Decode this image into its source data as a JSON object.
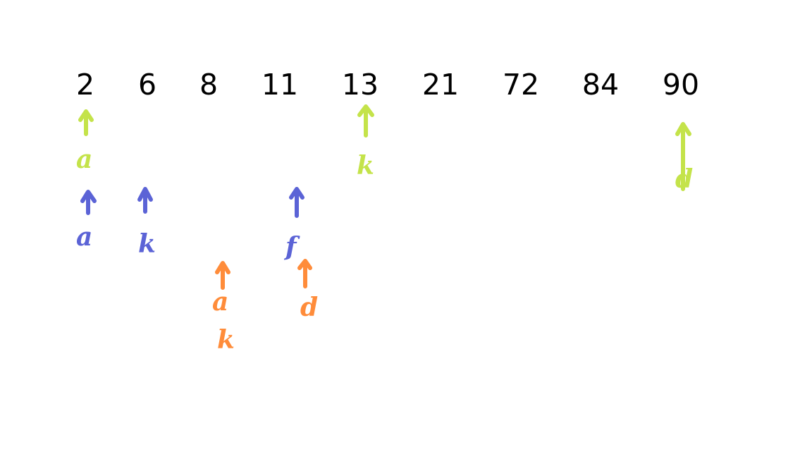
{
  "array": {
    "values": [
      "2",
      "6",
      "8",
      "11",
      "13",
      "21",
      "72",
      "84",
      "90"
    ]
  },
  "colors": {
    "green": "#c4e34a",
    "blue": "#5b63d6",
    "orange": "#ff8c3a",
    "text": "#000000"
  },
  "pointer_groups": [
    {
      "color_key": "green",
      "pointers": [
        {
          "label": "a",
          "target_value": "2"
        },
        {
          "label": "k",
          "target_value": "13"
        },
        {
          "label": "d",
          "target_value": "90"
        }
      ]
    },
    {
      "color_key": "blue",
      "pointers": [
        {
          "label": "a",
          "target_value": "2"
        },
        {
          "label": "k",
          "target_value": "6"
        },
        {
          "label": "f",
          "target_value": "11"
        }
      ]
    },
    {
      "color_key": "orange",
      "pointers": [
        {
          "label": "a",
          "target_value": "8"
        },
        {
          "label": "k",
          "target_value": "8"
        },
        {
          "label": "d",
          "target_value": "11"
        }
      ]
    }
  ]
}
